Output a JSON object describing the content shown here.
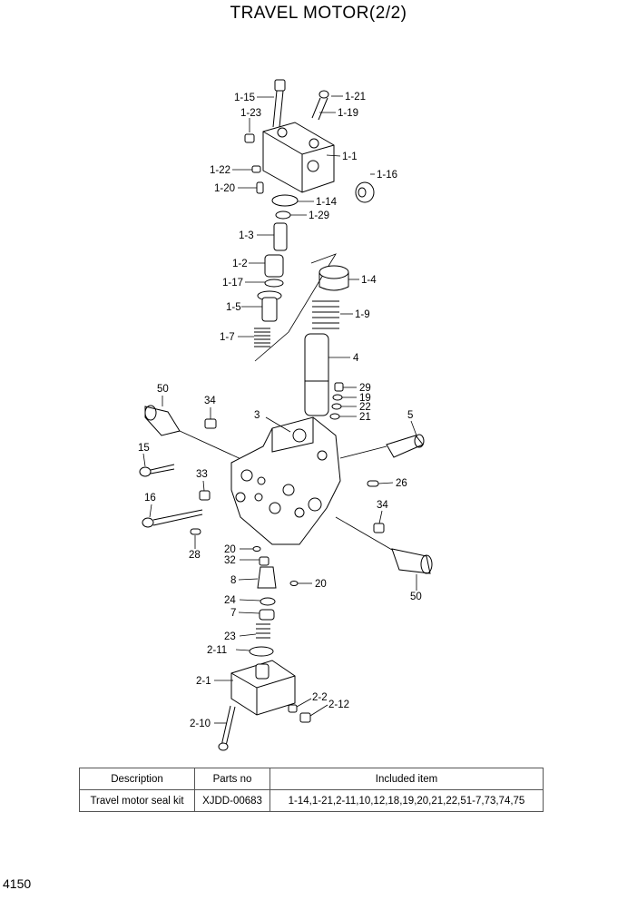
{
  "title": "TRAVEL MOTOR(2/2)",
  "page_number": "4150",
  "callouts": [
    "1-15",
    "1-21",
    "1-23",
    "1-19",
    "1-1",
    "1-22",
    "1-16",
    "1-20",
    "1-14",
    "1-29",
    "1-3",
    "1-2",
    "1-4",
    "1-17",
    "1-5",
    "1-9",
    "1-7",
    "4",
    "50",
    "34",
    "29",
    "19",
    "22",
    "21",
    "3",
    "5",
    "15",
    "33",
    "26",
    "16",
    "34",
    "20",
    "28",
    "32",
    "20",
    "8",
    "24",
    "7",
    "50",
    "23",
    "2-11",
    "2-1",
    "2-2",
    "2-12",
    "2-10"
  ],
  "table": {
    "headers": [
      "Description",
      "Parts no",
      "Included item"
    ],
    "rows": [
      [
        "Travel motor seal kit",
        "XJDD-00683",
        "1-14,1-21,2-11,10,12,18,19,20,21,22,51-7,73,74,75"
      ]
    ]
  }
}
